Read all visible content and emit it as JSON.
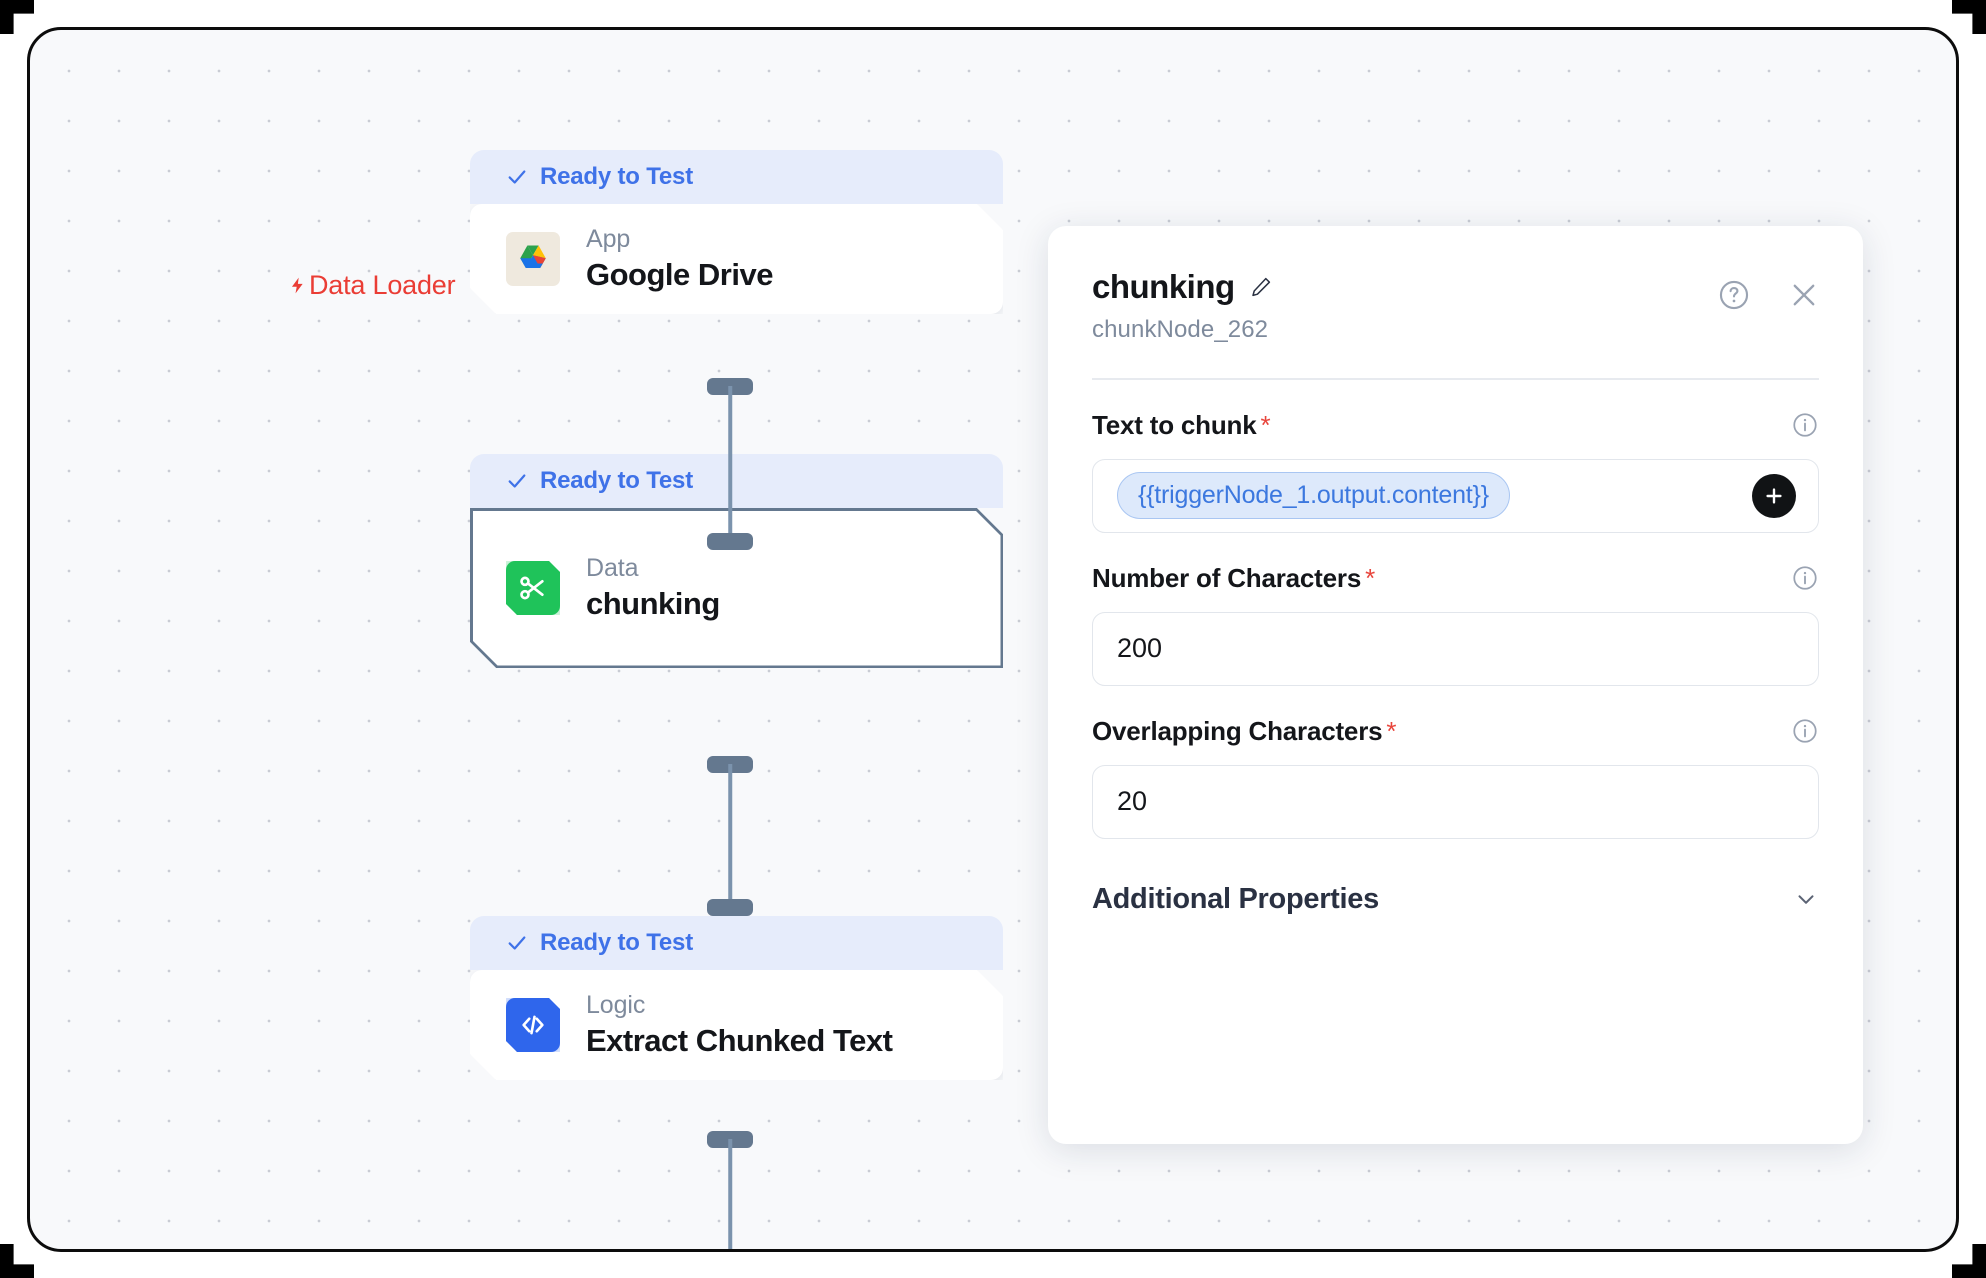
{
  "canvas": {
    "data_loader_label": "Data Loader",
    "bolt_icon": "bolt-icon",
    "accent_red": "#ea3d35",
    "status_blue": "#3f72e8",
    "grid_dot_color": "#c9ccd4"
  },
  "nodes": [
    {
      "status": "Ready to Test",
      "kind": "App",
      "title": "Google Drive",
      "icon": "google-drive-icon",
      "selected": false
    },
    {
      "status": "Ready to Test",
      "kind": "Data",
      "title": "chunking",
      "icon": "scissors-icon",
      "selected": true
    },
    {
      "status": "Ready to Test",
      "kind": "Logic",
      "title": "Extract Chunked Text",
      "icon": "code-icon",
      "selected": false
    }
  ],
  "panel": {
    "title": "chunking",
    "edit_icon": "pencil-icon",
    "subtitle": "chunkNode_262",
    "help_icon": "help-circle-icon",
    "close_icon": "close-icon",
    "fields": [
      {
        "label": "Text to chunk",
        "required": "*",
        "info_icon": "info-icon",
        "token": "{{triggerNode_1.output.content}}",
        "add_icon": "plus-icon"
      },
      {
        "label": "Number of Characters",
        "required": "*",
        "info_icon": "info-icon",
        "value": "200"
      },
      {
        "label": "Overlapping Characters",
        "required": "*",
        "info_icon": "info-icon",
        "value": "20"
      }
    ],
    "additional_properties": {
      "label": "Additional Properties",
      "chevron_icon": "chevron-down-icon"
    }
  }
}
